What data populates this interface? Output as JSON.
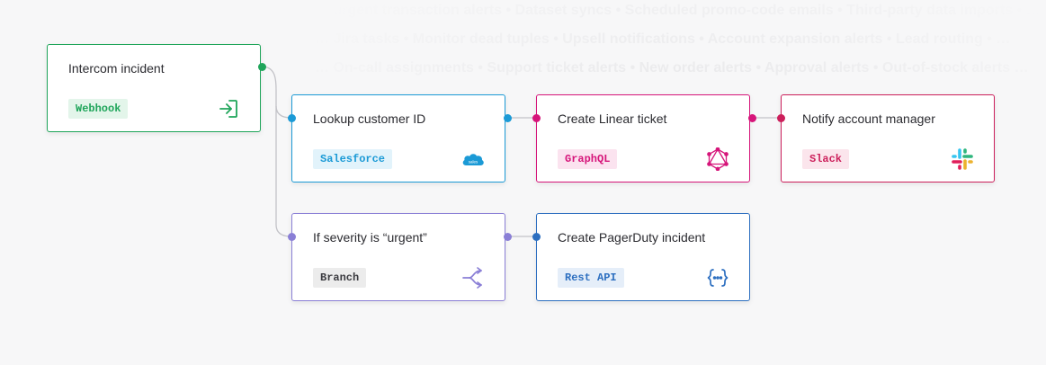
{
  "background_ticker": [
    "… urgent transaction alerts • Dataset syncs • Scheduled promo-code emails • Third-party data imports • …",
    "… Jira tasks • Monitor dead tuples • Upsell notifications • Account expansion alerts • Lead routing • …",
    "… On-call assignments • Support ticket alerts • New order alerts • Approval alerts • Out-of-stock alerts …"
  ],
  "nodes": [
    {
      "title": "Intercom incident",
      "badge": "Webhook",
      "color": "#1fa55a",
      "badge_bg": "#e3f5ea",
      "icon": "login-arrow-icon"
    },
    {
      "title": "Lookup customer ID",
      "badge": "Salesforce",
      "color": "#1b9ad6",
      "badge_bg": "#e2f3fb",
      "icon": "salesforce-cloud-icon"
    },
    {
      "title": "Create Linear ticket",
      "badge": "GraphQL",
      "color": "#d6157a",
      "badge_bg": "#fbe3ef",
      "icon": "graphql-icon"
    },
    {
      "title": "Notify account manager",
      "badge": "Slack",
      "color": "#cc1f5b",
      "badge_bg": "#fbe5ec",
      "icon": "slack-icon"
    },
    {
      "title": "If severity is “urgent”",
      "badge": "Branch",
      "color": "#8a7fd6",
      "badge_bg": "#ececec",
      "icon": "branch-icon"
    },
    {
      "title": "Create PagerDuty incident",
      "badge": "Rest API",
      "color": "#2d6fc0",
      "badge_bg": "#e5eef9",
      "icon": "curly-braces-icon"
    }
  ],
  "colors": {
    "connector": "#c3c3c8",
    "webhook": "#1fa55a",
    "salesforce": "#1b9ad6",
    "graphql": "#d6157a",
    "slack": "#cc1f5b",
    "branch": "#8a7fd6",
    "restapi": "#2d6fc0"
  }
}
